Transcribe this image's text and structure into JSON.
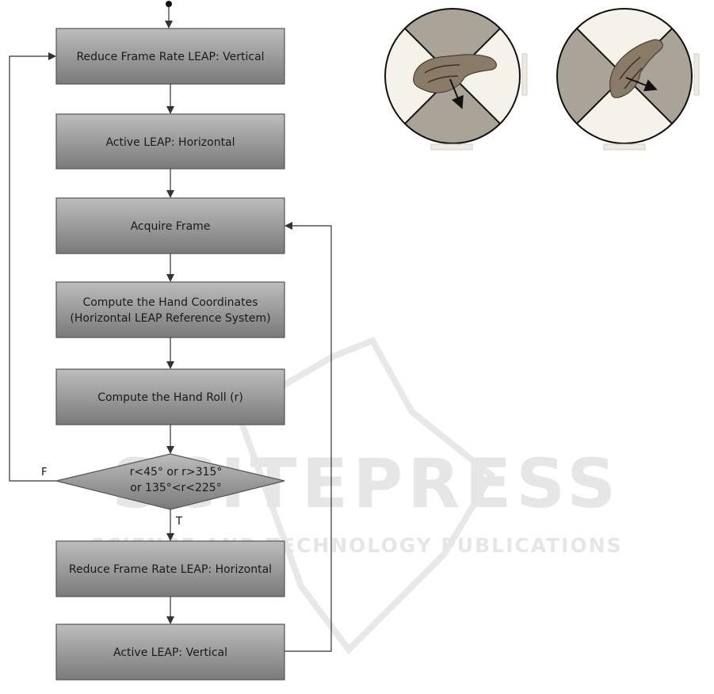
{
  "watermark": {
    "brand": "SCITEPRESS",
    "tagline": "SCIENCE AND TECHNOLOGY PUBLICATIONS"
  },
  "flowchart": {
    "steps": [
      {
        "id": "step-1",
        "lines": [
          "Reduce Frame Rate LEAP: Vertical"
        ]
      },
      {
        "id": "step-2",
        "lines": [
          "Active LEAP: Horizontal"
        ]
      },
      {
        "id": "step-3",
        "lines": [
          "Acquire Frame"
        ]
      },
      {
        "id": "step-4",
        "lines": [
          "Compute the Hand Coordinates",
          "(Horizontal LEAP Reference System)"
        ]
      },
      {
        "id": "step-5",
        "lines": [
          "Compute the Hand Roll (r)"
        ]
      },
      {
        "id": "step-6",
        "lines": [
          "Reduce Frame Rate LEAP: Horizontal"
        ]
      },
      {
        "id": "step-7",
        "lines": [
          "Active LEAP: Vertical"
        ]
      }
    ],
    "decision": {
      "lines": [
        "r<45° or r>315°",
        "or 135°<r<225°"
      ],
      "true_label": "T",
      "false_label": "F"
    }
  },
  "illustrations": [
    {
      "name": "hand-roll-illustration-left",
      "shaded_quadrants": [
        "top",
        "bottom"
      ],
      "arrow": "down-right"
    },
    {
      "name": "hand-roll-illustration-right",
      "shaded_quadrants": [
        "left",
        "right"
      ],
      "arrow": "right"
    }
  ],
  "colors": {
    "box_fill_light": "#bdbdbd",
    "box_fill_dark": "#7a7a7a",
    "box_stroke": "#555555",
    "connector": "#333333",
    "quadrant_shaded": "#a9a497",
    "quadrant_light": "#f5f2ea",
    "hand": "#8a7a68"
  }
}
